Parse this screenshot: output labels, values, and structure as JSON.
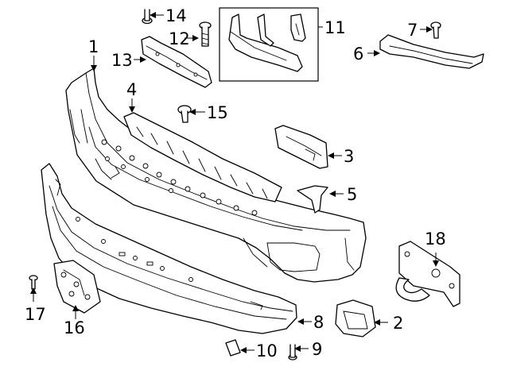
{
  "diagram": {
    "callouts": {
      "c1": "1",
      "c2": "2",
      "c3": "3",
      "c4": "4",
      "c5": "5",
      "c6": "6",
      "c7": "7",
      "c8": "8",
      "c9": "9",
      "c10": "10",
      "c11": "11",
      "c12": "12",
      "c13": "13",
      "c14": "14",
      "c15": "15",
      "c16": "16",
      "c17": "17",
      "c18": "18"
    },
    "colors": {
      "line": "#000000",
      "background": "#ffffff"
    }
  }
}
